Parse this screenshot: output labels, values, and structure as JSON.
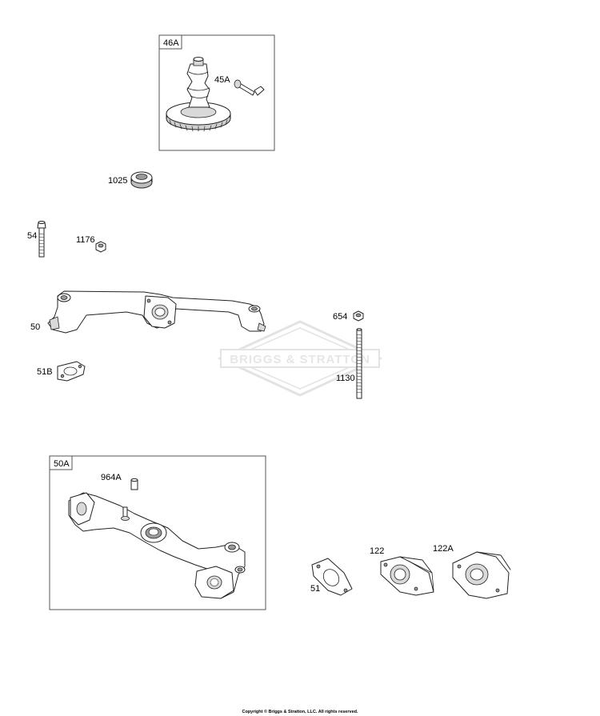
{
  "watermark": "BRIGGS & STRATTON",
  "copyright": "Copyright © Briggs & Stratton, LLC. All rights reserved.",
  "groups": [
    {
      "id": "46A",
      "label": "46A"
    },
    {
      "id": "50A",
      "label": "50A"
    }
  ],
  "parts": [
    {
      "id": "45A",
      "label": "45A"
    },
    {
      "id": "1025",
      "label": "1025"
    },
    {
      "id": "54",
      "label": "54"
    },
    {
      "id": "1176",
      "label": "1176"
    },
    {
      "id": "50",
      "label": "50"
    },
    {
      "id": "654",
      "label": "654"
    },
    {
      "id": "51B",
      "label": "51B"
    },
    {
      "id": "1130",
      "label": "1130"
    },
    {
      "id": "964A",
      "label": "964A"
    },
    {
      "id": "51",
      "label": "51"
    },
    {
      "id": "122",
      "label": "122"
    },
    {
      "id": "122A",
      "label": "122A"
    }
  ]
}
